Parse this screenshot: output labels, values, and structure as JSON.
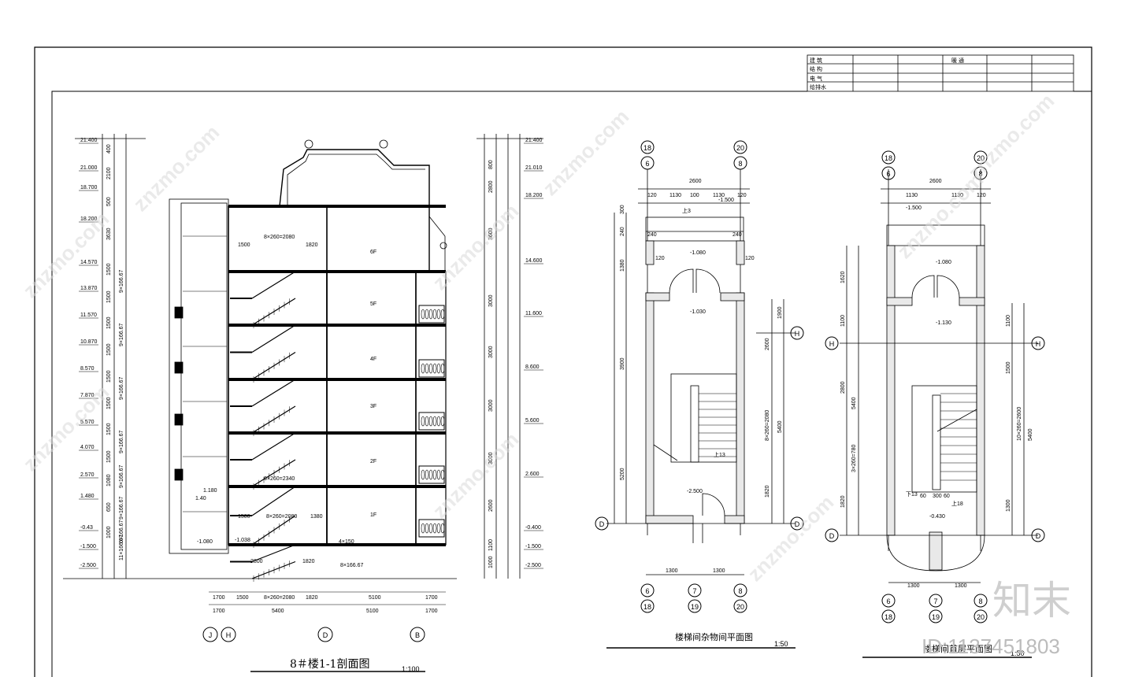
{
  "titleblock": {
    "rows": [
      "建  筑",
      "结  构",
      "电  气",
      "给排水"
    ],
    "header_mid": "暖  通"
  },
  "section": {
    "title": "8＃楼1-1剖面图",
    "scale": "1:100",
    "left_elev": [
      "21.400",
      "21.000",
      "18.700",
      "18.200",
      "14.570",
      "13.870",
      "11.570",
      "10.870",
      "8.570",
      "7.870",
      "5.570",
      "4.070",
      "2.570",
      "1.480",
      "-0.43",
      "-1.500",
      "-2.500"
    ],
    "left_dims": [
      "400",
      "2100",
      "500",
      "3630",
      "1500",
      "1500",
      "1500",
      "1500",
      "1500",
      "1500",
      "1500",
      "1500",
      "1080",
      "650",
      "1000"
    ],
    "stair_step_labels": [
      "9×166.67",
      "9×166.67",
      "9×166.67",
      "9×166.67",
      "9×166.67",
      "9×166.67",
      "6×166.67",
      "11×166.67"
    ],
    "right_elev": [
      "21.400",
      "21.010",
      "18.200",
      "14.600",
      "11.600",
      "8.600",
      "5.600",
      "2.600",
      "-0.400",
      "-1.500",
      "-2.500"
    ],
    "right_dims": [
      "800",
      "2800",
      "3600",
      "3000",
      "3000",
      "3000",
      "3000",
      "2600",
      "1100",
      "1000"
    ],
    "floor_labels": [
      "6F",
      "5F",
      "4F",
      "3F",
      "2F",
      "1F"
    ],
    "top_dim": "8×260=2080",
    "top_dims": [
      "1500",
      "1820"
    ],
    "mid_dim": "6×260=2340",
    "low_dim": "8×260=2080",
    "low_dims": [
      "1500",
      "1380"
    ],
    "bottom_dims_row1": [
      "1700",
      "1500",
      "8×260=2080",
      "1820",
      "5100",
      "1700"
    ],
    "bottom_dims_row2": [
      "1700",
      "5400",
      "5100",
      "1700"
    ],
    "axes": [
      "J",
      "H",
      "D",
      "B"
    ],
    "misc_labels": [
      "-1.080",
      "-1.038",
      "2800",
      "1820",
      "4×150",
      "8×166.67",
      "1.180",
      "1.40"
    ]
  },
  "plan_misc": {
    "title": "楼梯间杂物间平面图",
    "scale": "1:50",
    "top_axes": [
      "18",
      "6",
      "20",
      "8"
    ],
    "bottom_axes": [
      "6",
      "18",
      "7",
      "19",
      "8",
      "20"
    ],
    "side_axes": [
      "H",
      "D"
    ],
    "dims_top": [
      "2600",
      "120",
      "1130",
      "100",
      "1130",
      "120"
    ],
    "elevs": [
      "-1.500",
      "-1.080",
      "-1.030",
      "-2.500"
    ],
    "left_dims": [
      "300",
      "240",
      "1380",
      "3900",
      "5200"
    ],
    "right_dims": [
      "1900",
      "2600",
      "5400",
      "8×260=2080",
      "1820"
    ],
    "bottom_dims": [
      "1300",
      "1300"
    ],
    "inner": [
      "120",
      "240",
      "240",
      "120",
      "上3",
      "上13"
    ]
  },
  "plan_ground": {
    "title": "楼梯间首层平面图",
    "scale": "1:50",
    "top_axes": [
      "18",
      "6",
      "20",
      "8"
    ],
    "bottom_axes": [
      "6",
      "18",
      "7",
      "19",
      "8",
      "20"
    ],
    "side_axes": [
      "H",
      "D"
    ],
    "dims_top": [
      "2600",
      "1130",
      "1130",
      "120"
    ],
    "elevs": [
      "-1.500",
      "-1.080",
      "-1.130",
      "-0.430"
    ],
    "left_dims": [
      "1620",
      "1100",
      "2800",
      "5400",
      "3×260=780",
      "1820"
    ],
    "right_dims": [
      "1100",
      "1500",
      "10×260=2600",
      "5400",
      "1300"
    ],
    "bottom_dims": [
      "1300",
      "1300"
    ],
    "inner": [
      "下13",
      "上18",
      "60",
      "300",
      "60"
    ]
  },
  "watermark": {
    "logo": "知末",
    "id_text": "ID:1137451803",
    "repeat": "znzmo.com"
  }
}
